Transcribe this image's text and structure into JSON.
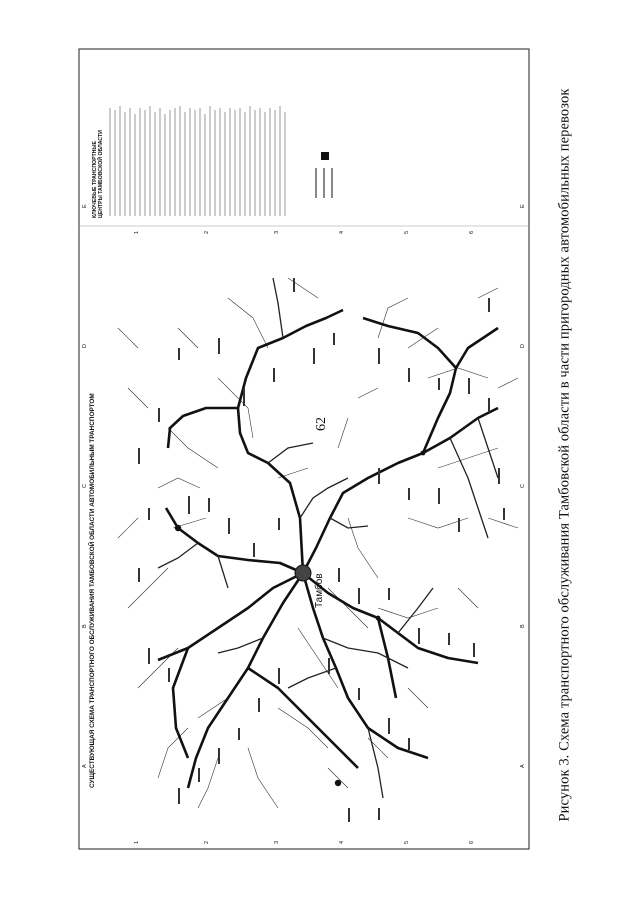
{
  "page": {
    "number": "62"
  },
  "map": {
    "title": "СУЩЕСТВУЮЩАЯ СХЕМА ТРАНСПОРТНОГО ОБСЛУЖИВАНИЯ ТАМБОВСКОЙ ОБЛАСТИ АВТОМОБИЛЬНЫМ ТРАНСПОРТОМ",
    "center_city": "Тамбов",
    "grid_columns": [
      "A",
      "B",
      "C",
      "D",
      "E"
    ],
    "grid_rows": [
      "1",
      "2",
      "3",
      "4",
      "5",
      "6"
    ],
    "legend": {
      "title_line1": "КЛЮЧЕВЫЕ ТРАНСПОРТНЫЕ",
      "title_line2": "ЦЕНТРЫ ТАМБОВСКОЙ ОБЛАСТИ"
    }
  },
  "caption": "Рисунок 3. Схема транспортного обслуживания Тамбовской области в части пригородных автомобильных перевозок"
}
